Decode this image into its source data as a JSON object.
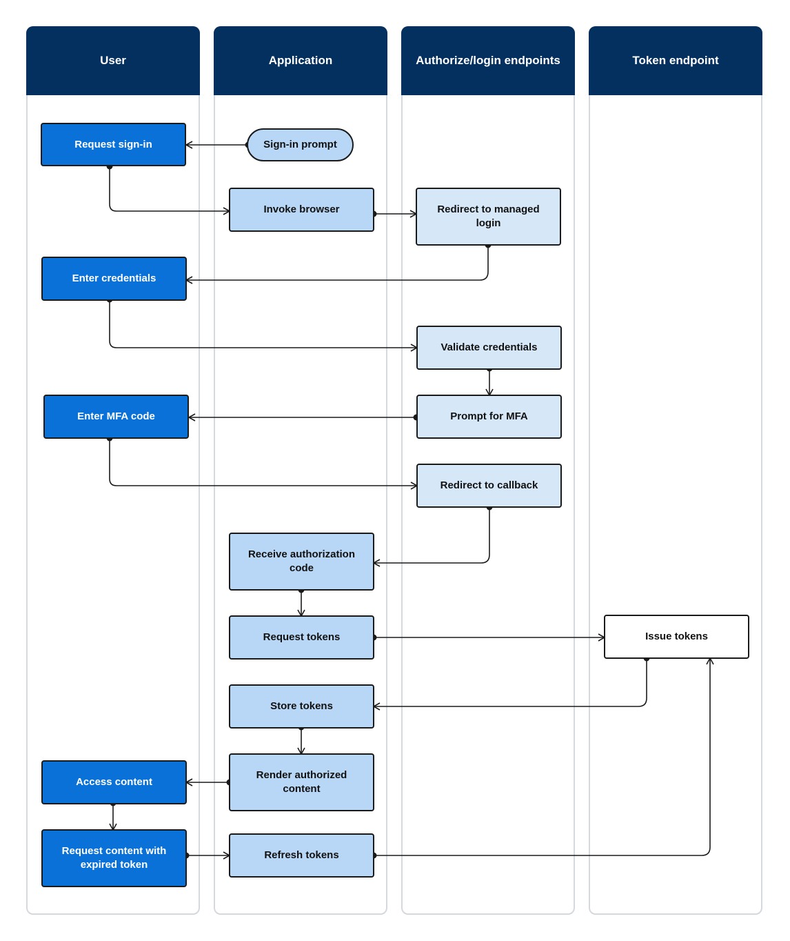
{
  "lanes": {
    "user": "User",
    "application": "Application",
    "authorize": "Authorize/login endpoints",
    "token": "Token endpoint"
  },
  "nodes": {
    "request_sign_in": "Request sign-in",
    "sign_in_prompt": "Sign-in prompt",
    "invoke_browser": "Invoke browser",
    "redirect_managed_login": "Redirect to managed login",
    "enter_credentials": "Enter credentials",
    "validate_credentials": "Validate credentials",
    "enter_mfa_code": "Enter MFA code",
    "prompt_for_mfa": "Prompt for MFA",
    "redirect_to_callback": "Redirect to callback",
    "receive_authorization_code": "Receive authorization code",
    "request_tokens": "Request tokens",
    "issue_tokens": "Issue tokens",
    "store_tokens": "Store tokens",
    "render_authorized_content": "Render authorized content",
    "access_content": "Access content",
    "request_content_expired": "Request content with expired token",
    "refresh_tokens": "Refresh tokens"
  },
  "colors": {
    "header": "#03305f",
    "user_node": "#0971d8",
    "app_node": "#b8d6f5",
    "auth_node": "#d6e8f8",
    "token_node": "#ffffff",
    "lane_border": "#d5d8dc",
    "connector": "#1a1a1a"
  }
}
